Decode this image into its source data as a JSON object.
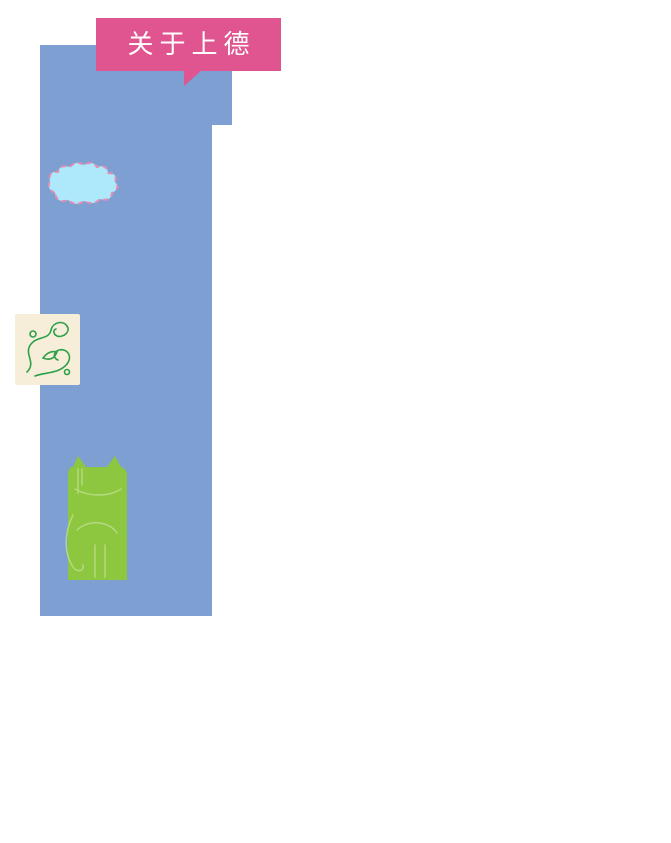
{
  "page": {
    "background_color": "#ffffff"
  },
  "banner": {
    "title": "关于上德",
    "bg_color": "#e0548f",
    "text_color": "#ffffff"
  },
  "panel": {
    "color": "#7e9fd2"
  },
  "decorations": {
    "cloud": {
      "name": "cloud-sticker",
      "fill": "#aee9fb",
      "stroke": "#e58cb4"
    },
    "artwork": {
      "name": "papercut-art-sticker",
      "bg": "#f7eed9",
      "stroke": "#2da04a"
    },
    "cat": {
      "name": "cat-sticker",
      "fill": "#8dc63f",
      "detail": "#b4da7e"
    }
  }
}
